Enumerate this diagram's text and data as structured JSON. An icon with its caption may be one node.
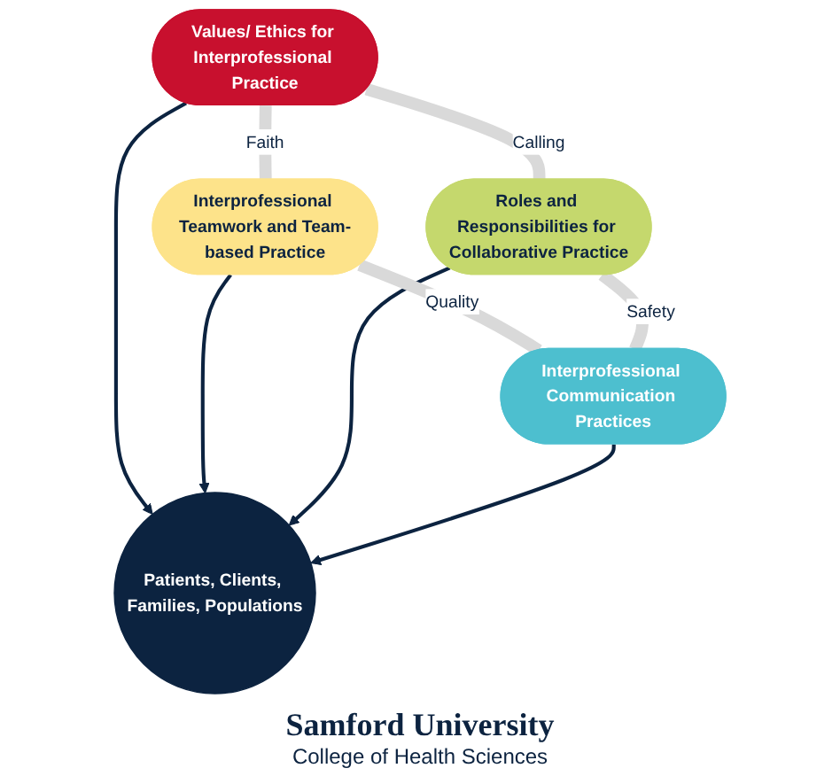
{
  "diagram": {
    "nodes": [
      {
        "text": [
          "Values/ Ethics for Interprofessional Practice"
        ]
      },
      {
        "text": [
          "Interprofessional Teamwork and Team-based Practice"
        ]
      },
      {
        "text": [
          "Patients, Clients, Families, Populations"
        ]
      },
      {
        "text": [
          "Roles and Responsibilities for Collaborative Practice"
        ]
      },
      {
        "text": [
          "Interprofessional Communication Practices"
        ]
      }
    ],
    "edges": [
      {
        "from": 0,
        "to": 2,
        "arrow": "to"
      },
      {
        "from": 1,
        "to": 2,
        "arrow": "to"
      },
      {
        "from": 3,
        "to": 2,
        "arrow": "to"
      },
      {
        "from": 4,
        "to": 2,
        "arrow": "to"
      },
      {
        "from": 0,
        "to": 1,
        "arrow": "none",
        "label": "Faith",
        "style": "thick",
        "color": "#d9d9d9"
      },
      {
        "from": 0,
        "to": 3,
        "arrow": "none",
        "label": "Calling",
        "style": "thick",
        "color": "#d9d9d9"
      },
      {
        "from": 1,
        "to": 4,
        "arrow": "none",
        "label": "Quality",
        "style": "thick",
        "color": "#d9d9d9"
      },
      {
        "from": 3,
        "to": 4,
        "arrow": "none",
        "label": "Safety",
        "style": "thick",
        "color": "#d9d9d9"
      }
    ],
    "labels": [
      "Samford University",
      "College of Health Sciences"
    ]
  }
}
